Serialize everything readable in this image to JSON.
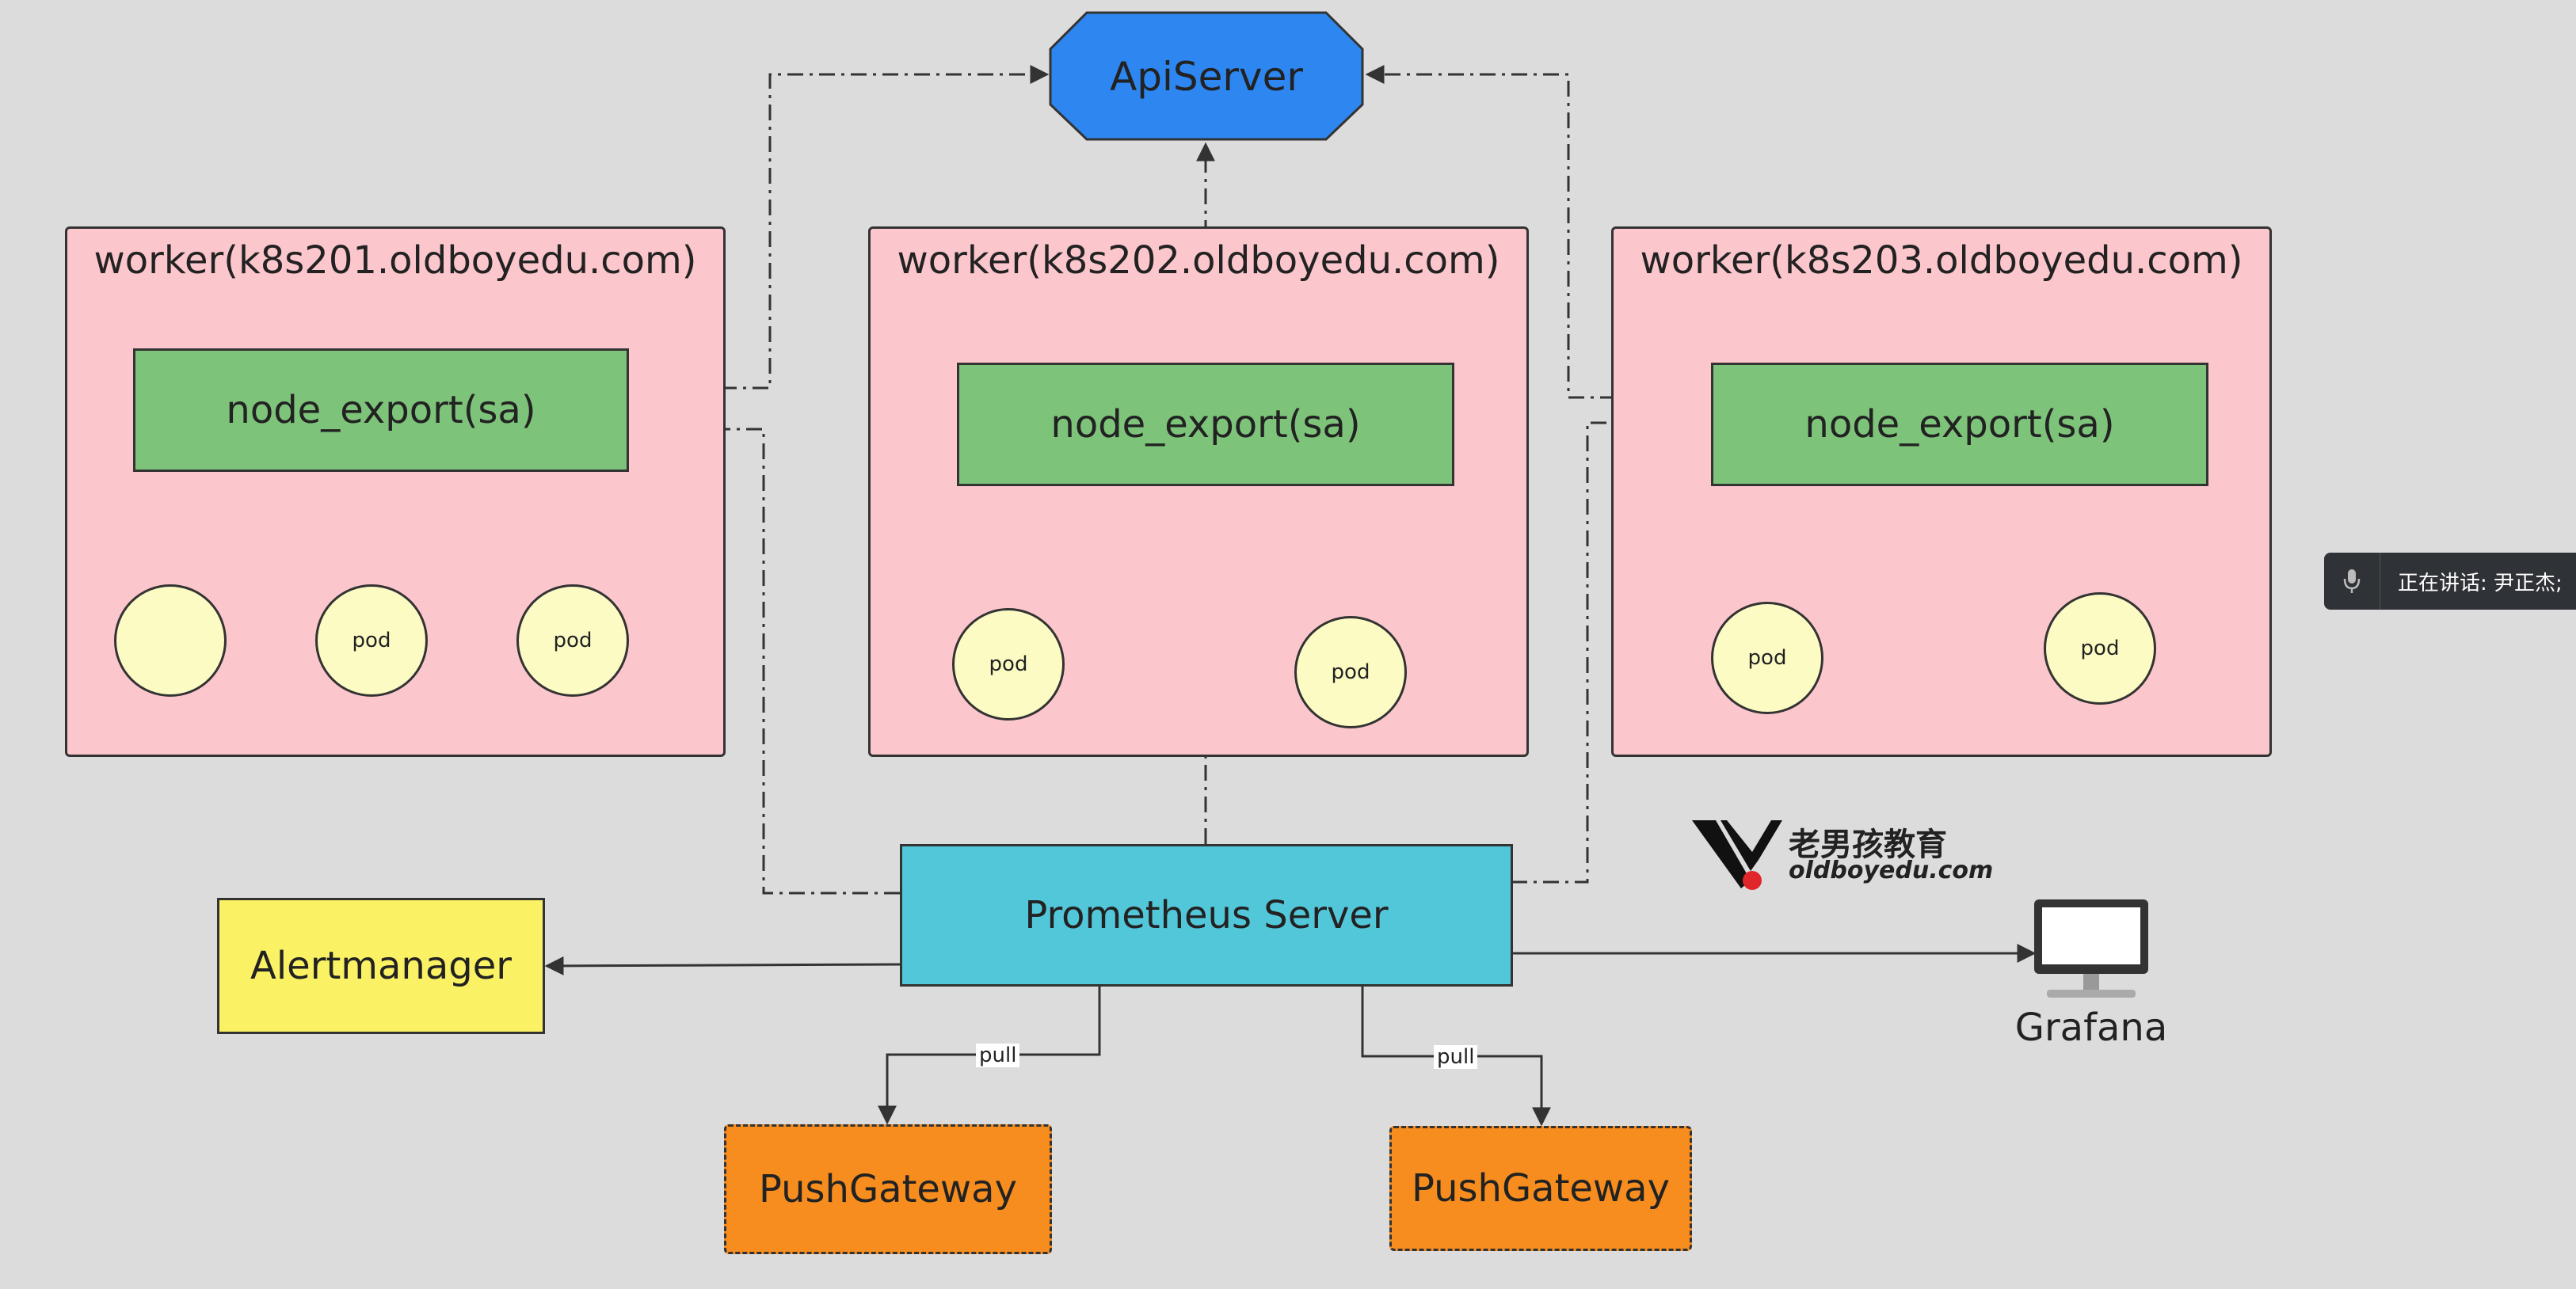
{
  "diagram": {
    "apiserver": {
      "label": "ApiServer"
    },
    "workers": [
      {
        "title": "worker(k8s201.oldboyedu.com)",
        "exporter": "node_export(sa)",
        "pods": [
          "",
          "pod",
          "pod"
        ]
      },
      {
        "title": "worker(k8s202.oldboyedu.com)",
        "exporter": "node_export(sa)",
        "pods": [
          "pod",
          "pod"
        ]
      },
      {
        "title": "worker(k8s203.oldboyedu.com)",
        "exporter": "node_export(sa)",
        "pods": [
          "pod",
          "pod"
        ]
      }
    ],
    "prometheus": {
      "label": "Prometheus Server"
    },
    "alertmanager": {
      "label": "Alertmanager"
    },
    "pushgateways": [
      {
        "label": "PushGateway",
        "edge_label": "pull"
      },
      {
        "label": "PushGateway",
        "edge_label": "pull"
      }
    ],
    "grafana": {
      "label": "Grafana"
    }
  },
  "logo": {
    "cn": "老男孩教育",
    "en": "oldboyedu.com"
  },
  "speaking_indicator": {
    "text": "正在讲话: 尹正杰;"
  },
  "colors": {
    "background": "#dcdcdc",
    "apiserver": "#2e86f0",
    "worker": "#fcc6cd",
    "exporter": "#7dc37a",
    "pod": "#fdfbc4",
    "prometheus": "#53c7da",
    "alertmanager": "#faf164",
    "pushgateway": "#f68d1e"
  },
  "icons": [
    "microphone-icon",
    "monitor-icon",
    "oldboyedu-logo-icon"
  ]
}
